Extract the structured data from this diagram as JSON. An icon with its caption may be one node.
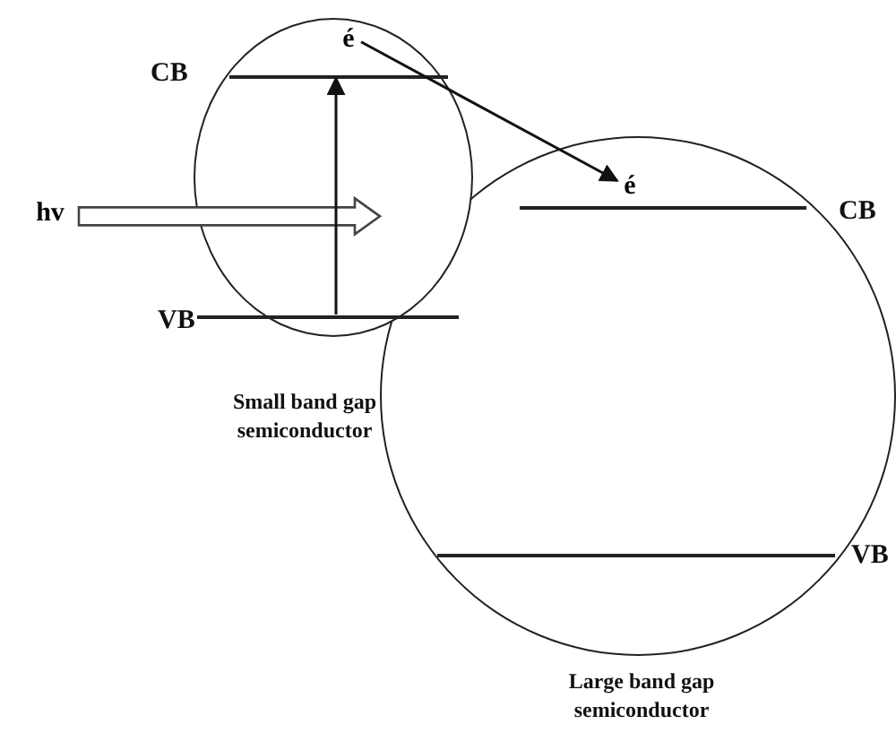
{
  "diagram": {
    "nodes": [
      {
        "text": [],
        "shape": "circle",
        "beside": [
          "Small band gap semiconductor"
        ]
      },
      {
        "text": [],
        "shape": "bar",
        "in": 0,
        "beside": [
          "CB"
        ]
      },
      {
        "text": [],
        "shape": "bar",
        "in": 0,
        "beside": [
          "VB"
        ]
      },
      {
        "text": [
          "é"
        ],
        "in": 0
      },
      {
        "text": [],
        "shape": "circle",
        "beside": [
          "Large band gap semiconductor"
        ]
      },
      {
        "text": [],
        "shape": "bar",
        "in": 4,
        "beside": [
          "CB"
        ]
      },
      {
        "text": [],
        "shape": "bar",
        "in": 4,
        "beside": [
          "VB"
        ]
      },
      {
        "text": [
          "é"
        ],
        "in": 4
      },
      {
        "text": [
          "hv"
        ]
      }
    ],
    "edges": [
      {
        "from": 8,
        "to": 0,
        "arrow": "to",
        "style": "thick"
      },
      {
        "from": 2,
        "to": 1,
        "arrow": "to"
      },
      {
        "from": 3,
        "to": 7,
        "arrow": "to"
      }
    ]
  }
}
